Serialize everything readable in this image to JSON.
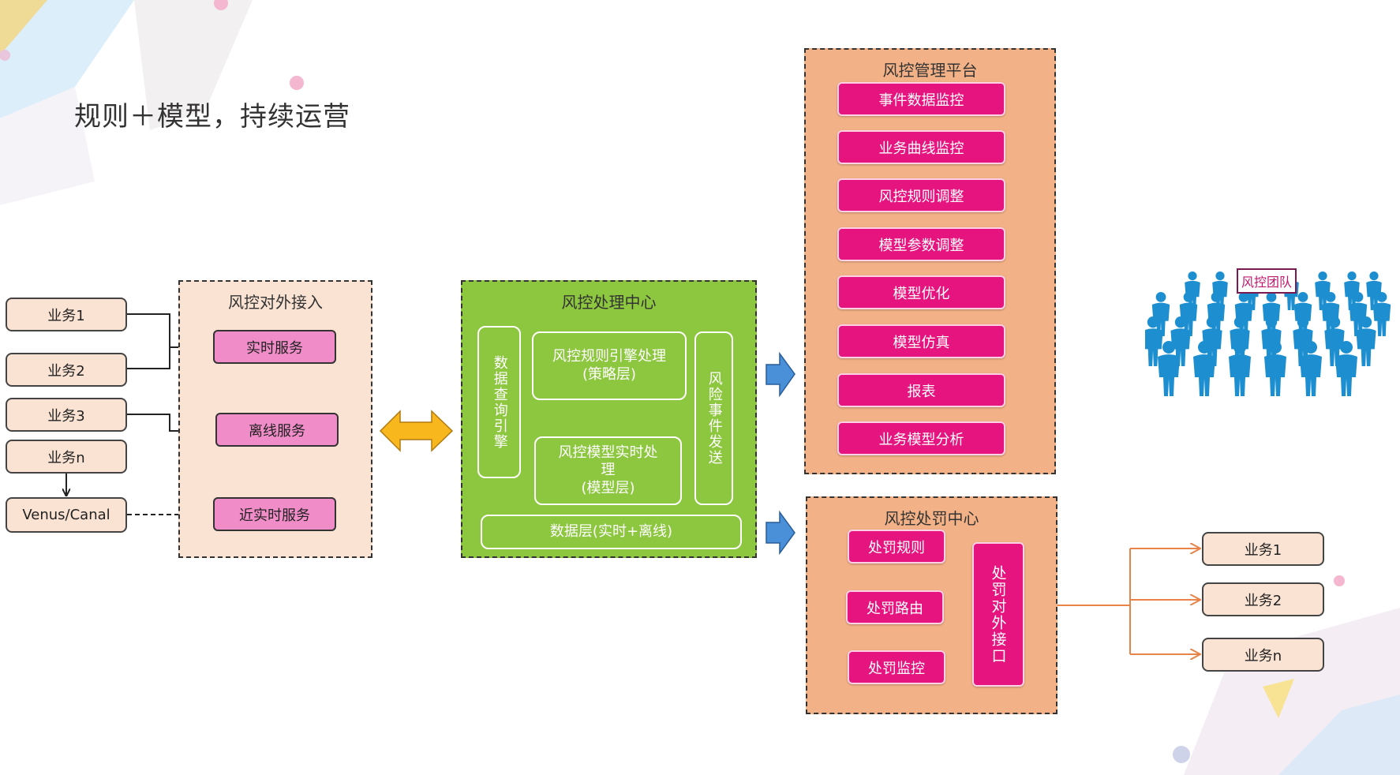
{
  "slide_title": "规则＋模型，持续运营",
  "businesses_left": [
    "业务1",
    "业务2",
    "业务3",
    "业务n"
  ],
  "venus_canal": "Venus/Canal",
  "access_panel": {
    "title": "风控对外接入",
    "services": [
      "实时服务",
      "离线服务",
      "近实时服务"
    ]
  },
  "processing_center": {
    "title": "风控处理中心",
    "query_engine": "数据查询引擎",
    "rule_engine": [
      "风控规则引擎处理",
      "(策略层)"
    ],
    "model_realtime": [
      "风控模型实时处",
      "理",
      "(模型层)"
    ],
    "risk_event_send": "风险事件发送",
    "data_layer": "数据层(实时+离线)"
  },
  "management_platform": {
    "title": "风控管理平台",
    "items": [
      "事件数据监控",
      "业务曲线监控",
      "风控规则调整",
      "模型参数调整",
      "模型优化",
      "模型仿真",
      "报表",
      "业务模型分析"
    ]
  },
  "penalty_center": {
    "title": "风控处罚中心",
    "items": [
      "处罚规则",
      "处罚路由",
      "处罚监控"
    ],
    "interface": "处罚对外接口"
  },
  "team_label": "风控团队",
  "businesses_right": [
    "业务1",
    "业务2",
    "业务n"
  ],
  "colors": {
    "access_panel_bg": "#fbe3d4",
    "service_pink": "#f08cc8",
    "processing_green": "#8dc63f",
    "platform_orange": "#f2b186",
    "item_magenta": "#e6147f",
    "arrow_blue": "#4a90d9",
    "arrow_yellow": "#f7b71d",
    "line_orange": "#e8834a",
    "people_blue": "#1d8fd0"
  }
}
